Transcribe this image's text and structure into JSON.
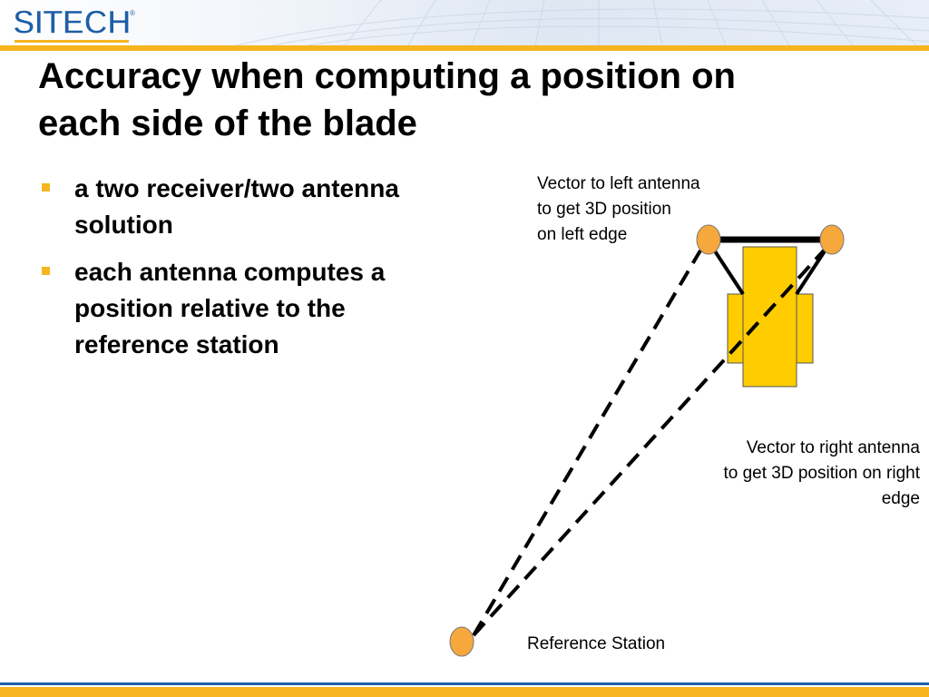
{
  "header": {
    "logo_text": "SITECH",
    "brand_blue": "#1f5fa8",
    "accent_gold": "#f6b51e"
  },
  "slide": {
    "title_line1": "Accuracy when computing a position on",
    "title_line2": "each side of the blade",
    "bullets": [
      {
        "lines": [
          "a two receiver/two antenna",
          "solution"
        ]
      },
      {
        "lines": [
          "each antenna computes a",
          "position relative to the",
          "reference station"
        ]
      }
    ]
  },
  "diagram": {
    "left_vector_label": [
      "Vector to left antenna",
      "to get 3D position",
      "on left edge"
    ],
    "right_vector_label": [
      "Vector to right antenna",
      "to get 3D position on right",
      "edge"
    ],
    "reference_label": "Reference Station",
    "antenna_color": "#f6a83c",
    "machine_color": "#ffcc00"
  }
}
